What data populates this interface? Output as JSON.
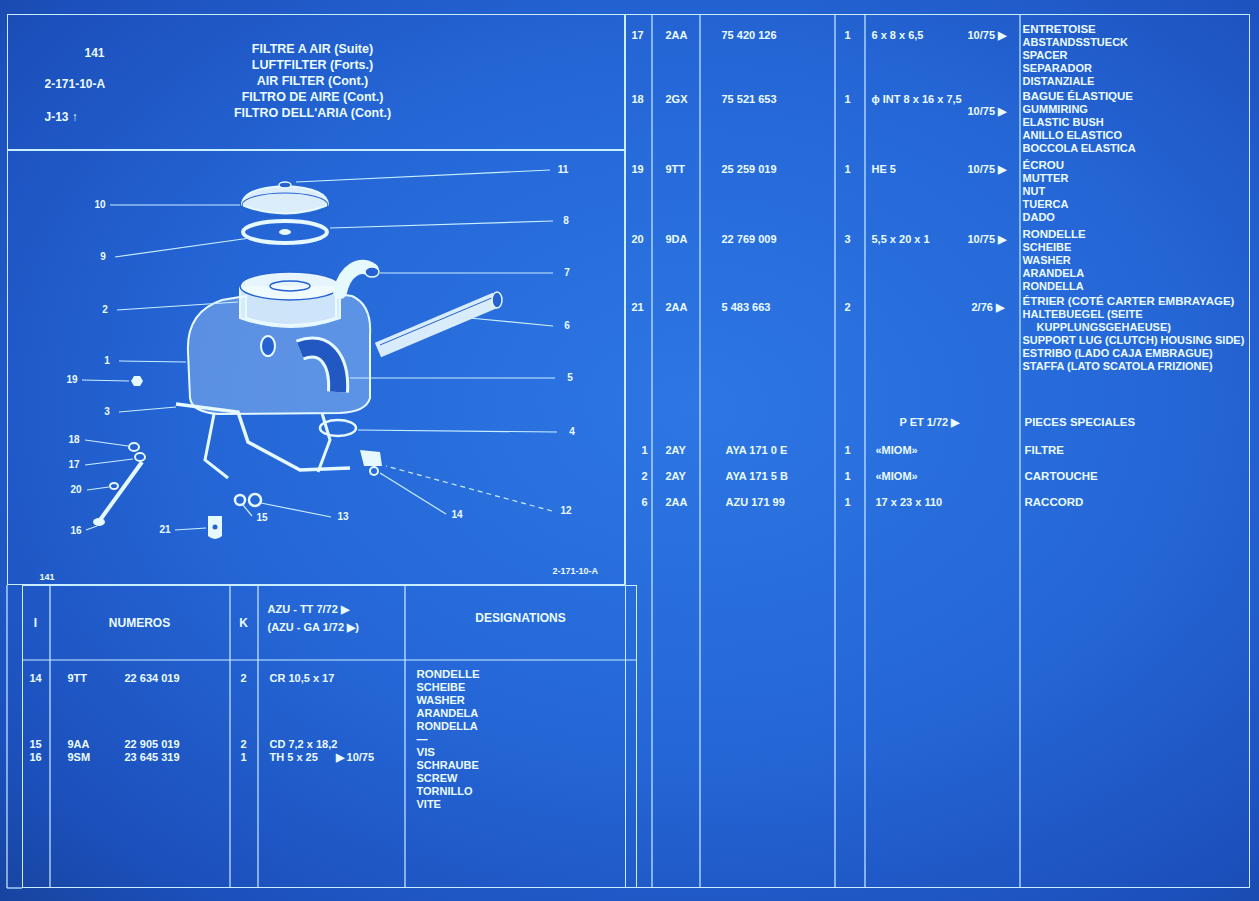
{
  "diagram": {
    "nodes": [
      {
        "text": [
          "141",
          "2-171-10-A",
          "J-13 ↑",
          "FILTRE A AIR (Suite)",
          "LUFTFILTER (Forts.)",
          "AIR FILTER (Cont.)",
          "FILTRO DE AIRE (Cont.)",
          "FILTRO DELL'ARIA (Cont.)"
        ]
      },
      {
        "text": [
          "141",
          "2-171-10-A"
        ]
      },
      {
        "text": [
          "I",
          "NUMEROS",
          "K",
          "AZU - TT 7/72 ▶",
          "(AZU - GA 1/72 ▶)",
          "DESIGNATIONS",
          "14",
          "9TT",
          "22 634 019",
          "2",
          "CR 10,5 x 17",
          "RONDELLE",
          "SCHEIBE",
          "WASHER",
          "ARANDELA",
          "RONDELLA",
          "15",
          "9AA",
          "22 905 019",
          "2",
          "CD 7,2 x 18,2",
          "—",
          "16",
          "9SM",
          "23 645 319",
          "1",
          "TH 5 x 25",
          "▶ 10/75",
          "VIS",
          "SCHRAUBE",
          "SCREW",
          "TORNILLO",
          "VITE"
        ]
      },
      {
        "text": [
          "17",
          "2AA",
          "75 420 126",
          "1",
          "6 x 8 x 6,5",
          "10/75 ▶",
          "ENTRETOISE",
          "ABSTANDSSTUECK",
          "SPACER",
          "SEPARADOR",
          "DISTANZIALE",
          "18",
          "2GX",
          "75 521 653",
          "1",
          "ϕ INT 8 x 16 x 7,5",
          "10/75 ▶",
          "BAGUE ÉLASTIQUE",
          "GUMMIRING",
          "ELASTIC BUSH",
          "ANILLO ELASTICO",
          "BOCCOLA ELASTICA",
          "19",
          "9TT",
          "25 259 019",
          "1",
          "HE 5",
          "10/75 ▶",
          "ÉCROU",
          "MUTTER",
          "NUT",
          "TUERCA",
          "DADO",
          "20",
          "9DA",
          "22 769 009",
          "3",
          "5,5 x 20 x 1",
          "10/75 ▶",
          "RONDELLE",
          "SCHEIBE",
          "WASHER",
          "ARANDELA",
          "RONDELLA",
          "21",
          "2AA",
          "5 483 663",
          "2",
          "2/76 ▶",
          "ÉTRIER (COTÉ CARTER EMBRAYAGE)",
          "HALTEBUEGEL (SEITE KUPPLUNGSGEHAEUSE)",
          "SUPPORT LUG (CLUTCH) HOUSING SIDE)",
          "ESTRIBO (LADO CAJA EMBRAGUE)",
          "STAFFA (LATO SCATOLA FRIZIONE)",
          "P ET 1/72 ▶",
          "PIECES SPECIALES",
          "1",
          "2AY",
          "AYA 171 0 E",
          "1",
          "«MIOM»",
          "FILTRE",
          "2",
          "2AY",
          "AYA 171 5 B",
          "1",
          "«MIOM»",
          "CARTOUCHE",
          "6",
          "2AA",
          "AZU 171 99",
          "1",
          "17 x 23 x 110",
          "RACCORD"
        ]
      }
    ],
    "labels": [
      "11",
      "10",
      "8",
      "9",
      "7",
      "2",
      "6",
      "1",
      "5",
      "19",
      "3",
      "4",
      "18",
      "17",
      "20",
      "12",
      "14",
      "13",
      "16",
      "21",
      "15"
    ]
  }
}
